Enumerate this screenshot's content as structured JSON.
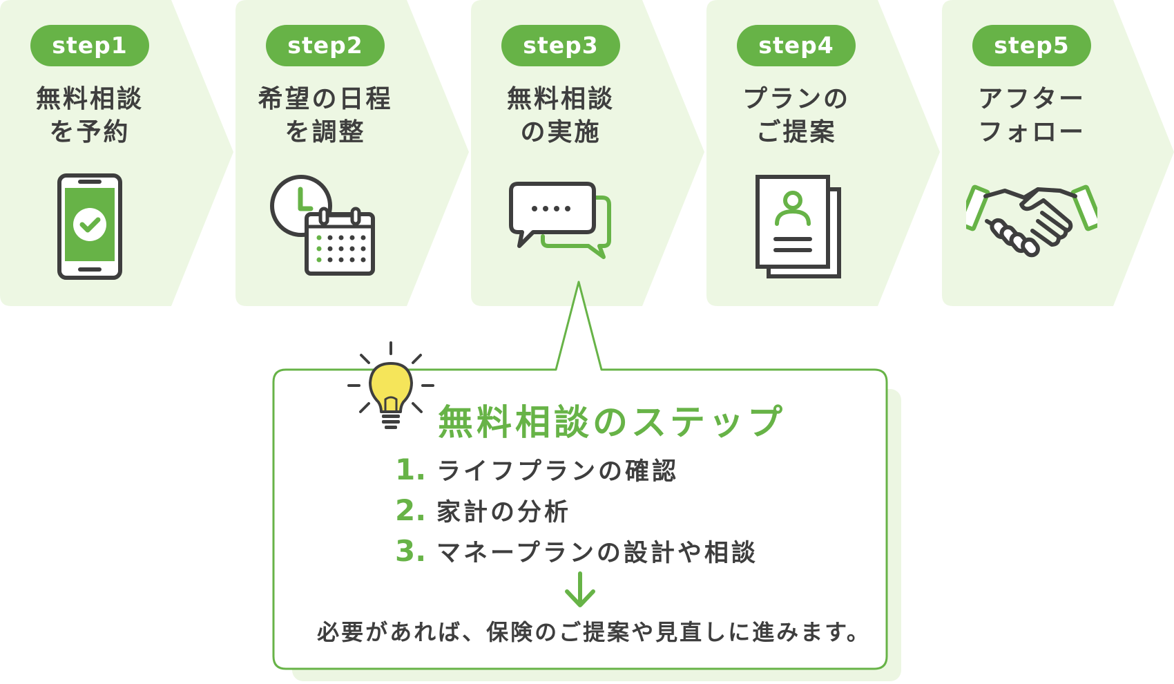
{
  "colors": {
    "accent": "#67b347",
    "panel": "#edf7e3",
    "text": "#3e3e3e",
    "bulb": "#f5e55a"
  },
  "steps": [
    {
      "badge": "step1",
      "title_line1": "無料相談",
      "title_line2": "を予約",
      "icon": "smartphone-check-icon"
    },
    {
      "badge": "step2",
      "title_line1": "希望の日程",
      "title_line2": "を調整",
      "icon": "clock-calendar-icon"
    },
    {
      "badge": "step3",
      "title_line1": "無料相談",
      "title_line2": "の実施",
      "icon": "chat-bubbles-icon"
    },
    {
      "badge": "step4",
      "title_line1": "プランの",
      "title_line2": "ご提案",
      "icon": "profile-document-icon"
    },
    {
      "badge": "step5",
      "title_line1": "アフター",
      "title_line2": "フォロー",
      "icon": "handshake-icon"
    }
  ],
  "callout": {
    "title": "無料相談のステップ",
    "items": [
      {
        "num": "1.",
        "text": "ライフプランの確認"
      },
      {
        "num": "2.",
        "text": "家計の分析"
      },
      {
        "num": "3.",
        "text": "マネープランの設計や相談"
      }
    ],
    "footer": "必要があれば、保険のご提案や見直しに進みます。",
    "icon": "lightbulb-icon",
    "arrow_icon": "down-arrow-icon"
  }
}
